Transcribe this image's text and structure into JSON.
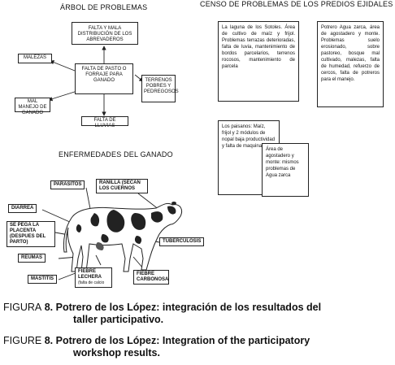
{
  "tree": {
    "title": "ÁRBOL DE PROBLEMAS",
    "box_top": "FALTA Y MALA DISTRIBUCIÓN DE LOS ABREVADEROS",
    "box_center": "FALTA DE PASTO O FORRAJE PARA GANADO",
    "box_left": "MALEZAS",
    "box_right": "TERRENOS POBRES Y PEDREGOSOS",
    "box_lower_left": "MAL MANEJO DE GANADO",
    "box_bottom": "FALTA DE LLUVIAS"
  },
  "census": {
    "title": "CENSO DE PROBLEMAS DE LOS PREDIOS EJIDALES",
    "box1": "La laguna de los Sotoles. Área de cultivo de maíz y frijol. Problemas terrazas deterioradas, falta de luvia, mantenimiento de bordos parcelarios, terrenos rocosos, mantenimiento de parcela",
    "box2": "Potrero Agua zarca, área de agostadero y monte. Problemas suelo erosionado, sobre pastoreo, bosque mal cultivado, malezas, falta de humedad, refuerzo de cercos, falta de potreros para el manejo.",
    "box3": "Los paisanos: Maíz, frijol y 2 módulos de nopal baja productividad y falta de maquinaria",
    "box4": "Área de agostadero y monte: mismos problemas de Agua zarca"
  },
  "diseases": {
    "title": "ENFERMEDADES DEL GANADO",
    "parasitos": "PARASITOS",
    "ranilla": "RANILLA (SECAN LOS CUERNOS",
    "diarrea": "DIARREA",
    "placenta": "SE PEGA LA PLACENTA (DESPUES DEL PARTO)",
    "tuberculosis": "TUBERCULOSIS",
    "reumas": "REUMAS",
    "mastitis": "MASTITIS",
    "fiebre_lechera": "FIEBRE LECHERA",
    "fiebre_lechera_note": "(falta de calcio",
    "fiebre_carbonosa": "FIEBRE CARBONOSA"
  },
  "caption": {
    "es_label": "FIGURA",
    "es_num": "8",
    "es_text": ". Potrero de los López: integración de los resultados del",
    "es_text2": "taller participativo.",
    "en_label": "FIGURE",
    "en_num": "8",
    "en_text": ". Potrero de los López: Integration of the participatory",
    "en_text2": "workshop results."
  }
}
